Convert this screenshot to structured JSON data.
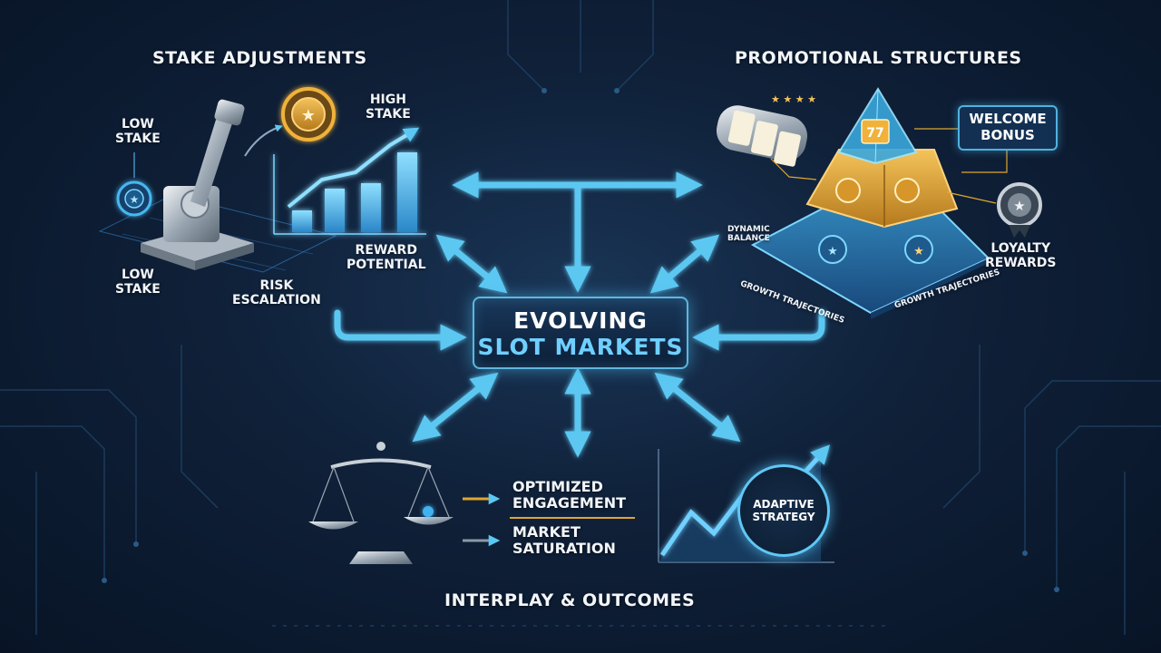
{
  "center": {
    "line1": "EVOLVING",
    "line2": "SLOT MARKETS"
  },
  "sections": {
    "stake_adjustments": "STAKE ADJUSTMENTS",
    "promotional_structures": "PROMOTIONAL STRUCTURES",
    "interplay_outcomes": "INTERPLAY & OUTCOMES"
  },
  "stake": {
    "low_stake_top": "LOW\nSTAKE",
    "low_stake_bottom": "LOW\nSTAKE",
    "high_stake": "HIGH\nSTAKE",
    "reward_potential": "REWARD\nPOTENTIAL",
    "risk_escalation": "RISK\nESCALATION"
  },
  "promo": {
    "welcome_bonus": "WELCOME\nBONUS",
    "dynamic_balance": "DYNAMIC\nBALANCE",
    "loyalty_rewards": "LOYALTY\nREWARDS",
    "growth_left": "GROWTH TRAJECTORIES",
    "growth_right": "GROWTH TRAJECTORIES"
  },
  "outcomes": {
    "optimized_engagement": "OPTIMIZED\nENGAGEMENT",
    "market_saturation": "MARKET\nSATURATION",
    "adaptive_strategy": "ADAPTIVE\nSTRATEGY"
  },
  "colors": {
    "arrow": "#5cc8f2",
    "accent_gold": "#e0a62e",
    "accent_blue": "#6fd0ff",
    "background": "#0f2038"
  },
  "icons": [
    "lever-icon",
    "chip-icon",
    "bar-chart-icon",
    "pyramid-icon",
    "slot-reel-icon",
    "medal-icon",
    "scale-icon",
    "growth-chart-icon"
  ]
}
